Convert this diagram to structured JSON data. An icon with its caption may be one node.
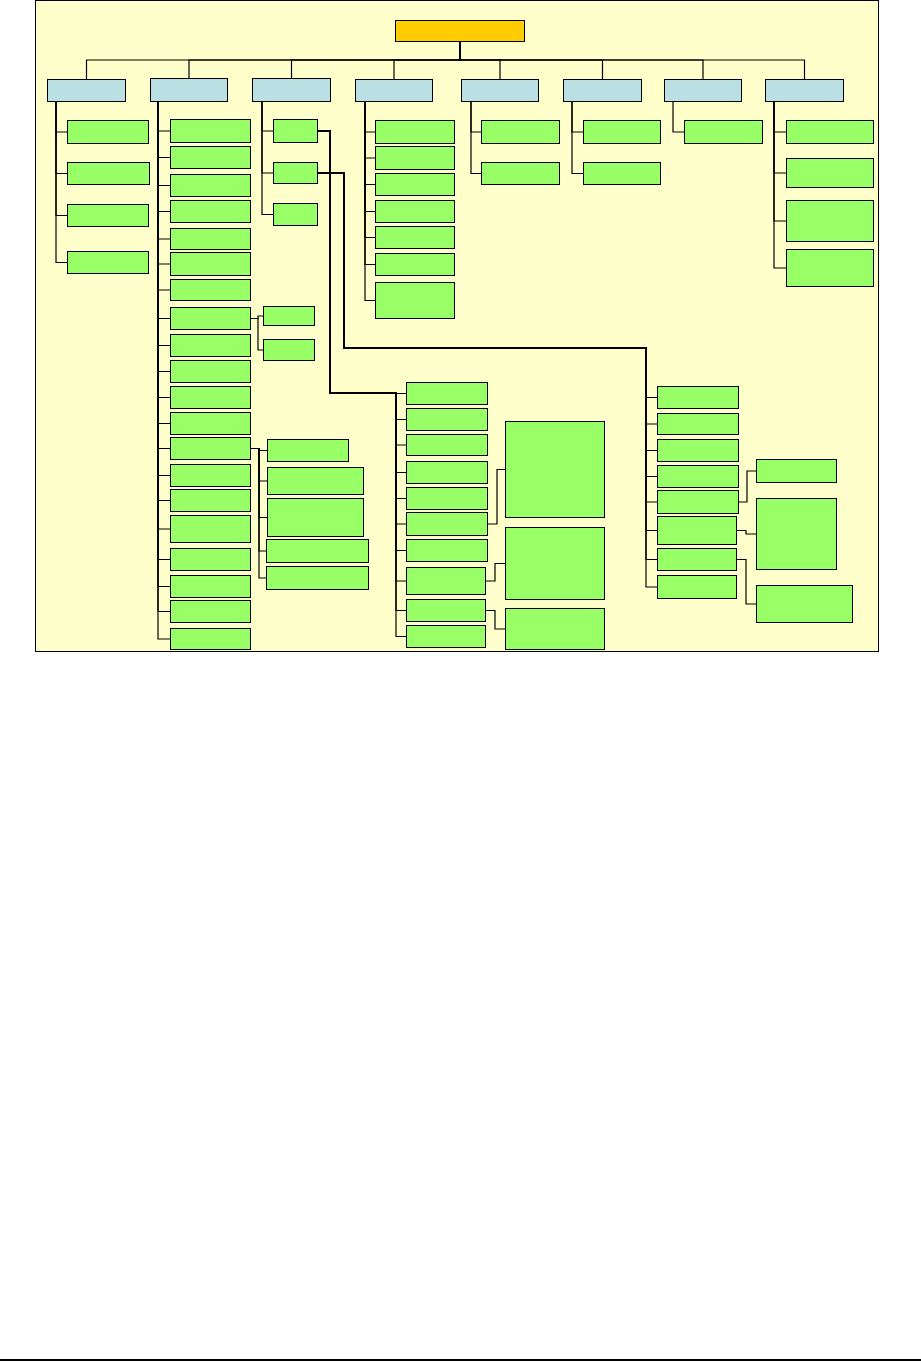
{
  "diagram": {
    "nodes": [
      {
        "text": [],
        "shape": "box"
      },
      {
        "text": [],
        "shape": "box"
      },
      {
        "text": [],
        "shape": "box"
      },
      {
        "text": [],
        "shape": "box"
      },
      {
        "text": [],
        "shape": "box"
      },
      {
        "text": [],
        "shape": "box"
      },
      {
        "text": [],
        "shape": "box"
      },
      {
        "text": [],
        "shape": "box"
      },
      {
        "text": [],
        "shape": "box"
      },
      {
        "text": [],
        "shape": "box"
      },
      {
        "text": [],
        "shape": "box"
      },
      {
        "text": [],
        "shape": "box"
      },
      {
        "text": [],
        "shape": "box"
      },
      {
        "text": [],
        "shape": "box"
      },
      {
        "text": [],
        "shape": "box"
      },
      {
        "text": [],
        "shape": "box"
      },
      {
        "text": [],
        "shape": "box"
      },
      {
        "text": [],
        "shape": "box"
      },
      {
        "text": [],
        "shape": "box"
      },
      {
        "text": [],
        "shape": "box"
      },
      {
        "text": [],
        "shape": "box"
      },
      {
        "text": [],
        "shape": "box"
      },
      {
        "text": [],
        "shape": "box"
      },
      {
        "text": [],
        "shape": "box"
      },
      {
        "text": [],
        "shape": "box"
      },
      {
        "text": [],
        "shape": "box"
      },
      {
        "text": [],
        "shape": "box"
      },
      {
        "text": [],
        "shape": "box"
      },
      {
        "text": [],
        "shape": "box"
      },
      {
        "text": [],
        "shape": "box"
      },
      {
        "text": [],
        "shape": "box"
      },
      {
        "text": [],
        "shape": "box"
      },
      {
        "text": [],
        "shape": "box"
      },
      {
        "text": [],
        "shape": "box"
      },
      {
        "text": [],
        "shape": "box"
      },
      {
        "text": [],
        "shape": "box"
      },
      {
        "text": [],
        "shape": "box"
      },
      {
        "text": [],
        "shape": "box"
      },
      {
        "text": [],
        "shape": "box"
      },
      {
        "text": [],
        "shape": "box"
      },
      {
        "text": [],
        "shape": "box"
      },
      {
        "text": [],
        "shape": "box"
      },
      {
        "text": [],
        "shape": "box"
      },
      {
        "text": [],
        "shape": "box"
      },
      {
        "text": [],
        "shape": "box"
      },
      {
        "text": [],
        "shape": "box"
      },
      {
        "text": [],
        "shape": "box"
      },
      {
        "text": [],
        "shape": "box"
      },
      {
        "text": [],
        "shape": "box"
      },
      {
        "text": [],
        "shape": "box"
      },
      {
        "text": [],
        "shape": "box"
      },
      {
        "text": [],
        "shape": "box"
      },
      {
        "text": [],
        "shape": "box"
      },
      {
        "text": [],
        "shape": "box"
      },
      {
        "text": [],
        "shape": "box"
      },
      {
        "text": [],
        "shape": "box"
      },
      {
        "text": [],
        "shape": "box"
      },
      {
        "text": [],
        "shape": "box"
      },
      {
        "text": [],
        "shape": "box"
      },
      {
        "text": [],
        "shape": "box"
      },
      {
        "text": [],
        "shape": "box"
      },
      {
        "text": [],
        "shape": "box"
      },
      {
        "text": [],
        "shape": "box"
      },
      {
        "text": [],
        "shape": "box"
      },
      {
        "text": [],
        "shape": "box"
      },
      {
        "text": [],
        "shape": "box"
      },
      {
        "text": [],
        "shape": "box"
      },
      {
        "text": [],
        "shape": "box"
      },
      {
        "text": [],
        "shape": "box"
      },
      {
        "text": [],
        "shape": "box"
      },
      {
        "text": [],
        "shape": "box"
      },
      {
        "text": [],
        "shape": "box"
      },
      {
        "text": [],
        "shape": "box"
      },
      {
        "text": [],
        "shape": "box"
      },
      {
        "text": [],
        "shape": "box"
      },
      {
        "text": [],
        "shape": "box"
      },
      {
        "text": [],
        "shape": "box"
      },
      {
        "text": [],
        "shape": "box"
      },
      {
        "text": [],
        "shape": "box"
      },
      {
        "text": [],
        "shape": "box"
      },
      {
        "text": [],
        "shape": "box"
      },
      {
        "text": [],
        "shape": "box"
      },
      {
        "text": [],
        "shape": "box"
      }
    ],
    "edges": [
      {
        "from": 0,
        "to": 1,
        "arrow": "none"
      },
      {
        "from": 0,
        "to": 2,
        "arrow": "none"
      },
      {
        "from": 0,
        "to": 3,
        "arrow": "none"
      },
      {
        "from": 0,
        "to": 4,
        "arrow": "none"
      },
      {
        "from": 0,
        "to": 5,
        "arrow": "none"
      },
      {
        "from": 0,
        "to": 6,
        "arrow": "none"
      },
      {
        "from": 0,
        "to": 7,
        "arrow": "none"
      },
      {
        "from": 0,
        "to": 8,
        "arrow": "none"
      },
      {
        "from": 1,
        "to": 9,
        "arrow": "none"
      },
      {
        "from": 1,
        "to": 10,
        "arrow": "none"
      },
      {
        "from": 1,
        "to": 11,
        "arrow": "none"
      },
      {
        "from": 1,
        "to": 12,
        "arrow": "none"
      },
      {
        "from": 2,
        "to": 13,
        "arrow": "none"
      },
      {
        "from": 2,
        "to": 14,
        "arrow": "none"
      },
      {
        "from": 2,
        "to": 15,
        "arrow": "none"
      },
      {
        "from": 2,
        "to": 16,
        "arrow": "none"
      },
      {
        "from": 2,
        "to": 17,
        "arrow": "none"
      },
      {
        "from": 2,
        "to": 18,
        "arrow": "none"
      },
      {
        "from": 2,
        "to": 19,
        "arrow": "none"
      },
      {
        "from": 2,
        "to": 20,
        "arrow": "none"
      },
      {
        "from": 2,
        "to": 21,
        "arrow": "none"
      },
      {
        "from": 2,
        "to": 22,
        "arrow": "none"
      },
      {
        "from": 2,
        "to": 23,
        "arrow": "none"
      },
      {
        "from": 2,
        "to": 24,
        "arrow": "none"
      },
      {
        "from": 2,
        "to": 25,
        "arrow": "none"
      },
      {
        "from": 2,
        "to": 26,
        "arrow": "none"
      },
      {
        "from": 2,
        "to": 27,
        "arrow": "none"
      },
      {
        "from": 2,
        "to": 28,
        "arrow": "none"
      },
      {
        "from": 2,
        "to": 29,
        "arrow": "none"
      },
      {
        "from": 2,
        "to": 30,
        "arrow": "none"
      },
      {
        "from": 2,
        "to": 31,
        "arrow": "none"
      },
      {
        "from": 2,
        "to": 32,
        "arrow": "none"
      },
      {
        "from": 20,
        "to": 33,
        "arrow": "none"
      },
      {
        "from": 20,
        "to": 34,
        "arrow": "none"
      },
      {
        "from": 25,
        "to": 35,
        "arrow": "none"
      },
      {
        "from": 25,
        "to": 36,
        "arrow": "none"
      },
      {
        "from": 25,
        "to": 37,
        "arrow": "none"
      },
      {
        "from": 25,
        "to": 38,
        "arrow": "none"
      },
      {
        "from": 25,
        "to": 39,
        "arrow": "none"
      },
      {
        "from": 3,
        "to": 40,
        "arrow": "none"
      },
      {
        "from": 3,
        "to": 41,
        "arrow": "none"
      },
      {
        "from": 3,
        "to": 42,
        "arrow": "none"
      },
      {
        "from": 40,
        "to": 43,
        "arrow": "none"
      },
      {
        "from": 40,
        "to": 44,
        "arrow": "none"
      },
      {
        "from": 40,
        "to": 45,
        "arrow": "none"
      },
      {
        "from": 40,
        "to": 46,
        "arrow": "none"
      },
      {
        "from": 40,
        "to": 47,
        "arrow": "none"
      },
      {
        "from": 40,
        "to": 48,
        "arrow": "none"
      },
      {
        "from": 40,
        "to": 49,
        "arrow": "none"
      },
      {
        "from": 40,
        "to": 50,
        "arrow": "none"
      },
      {
        "from": 40,
        "to": 51,
        "arrow": "none"
      },
      {
        "from": 40,
        "to": 52,
        "arrow": "none"
      },
      {
        "from": 48,
        "to": 53,
        "arrow": "none"
      },
      {
        "from": 50,
        "to": 54,
        "arrow": "none"
      },
      {
        "from": 51,
        "to": 55,
        "arrow": "none"
      },
      {
        "from": 41,
        "to": 56,
        "arrow": "none"
      },
      {
        "from": 41,
        "to": 57,
        "arrow": "none"
      },
      {
        "from": 41,
        "to": 58,
        "arrow": "none"
      },
      {
        "from": 41,
        "to": 59,
        "arrow": "none"
      },
      {
        "from": 41,
        "to": 60,
        "arrow": "none"
      },
      {
        "from": 41,
        "to": 61,
        "arrow": "none"
      },
      {
        "from": 41,
        "to": 62,
        "arrow": "none"
      },
      {
        "from": 41,
        "to": 63,
        "arrow": "none"
      },
      {
        "from": 60,
        "to": 64,
        "arrow": "none"
      },
      {
        "from": 61,
        "to": 65,
        "arrow": "none"
      },
      {
        "from": 62,
        "to": 66,
        "arrow": "none"
      },
      {
        "from": 4,
        "to": 67,
        "arrow": "none"
      },
      {
        "from": 4,
        "to": 68,
        "arrow": "none"
      },
      {
        "from": 4,
        "to": 69,
        "arrow": "none"
      },
      {
        "from": 4,
        "to": 70,
        "arrow": "none"
      },
      {
        "from": 4,
        "to": 71,
        "arrow": "none"
      },
      {
        "from": 4,
        "to": 72,
        "arrow": "none"
      },
      {
        "from": 4,
        "to": 73,
        "arrow": "none"
      },
      {
        "from": 5,
        "to": 74,
        "arrow": "none"
      },
      {
        "from": 5,
        "to": 75,
        "arrow": "none"
      },
      {
        "from": 6,
        "to": 76,
        "arrow": "none"
      },
      {
        "from": 6,
        "to": 77,
        "arrow": "none"
      },
      {
        "from": 7,
        "to": 78,
        "arrow": "none"
      },
      {
        "from": 8,
        "to": 79,
        "arrow": "none"
      },
      {
        "from": 8,
        "to": 80,
        "arrow": "none"
      },
      {
        "from": 8,
        "to": 81,
        "arrow": "none"
      },
      {
        "from": 8,
        "to": 82,
        "arrow": "none"
      }
    ]
  }
}
